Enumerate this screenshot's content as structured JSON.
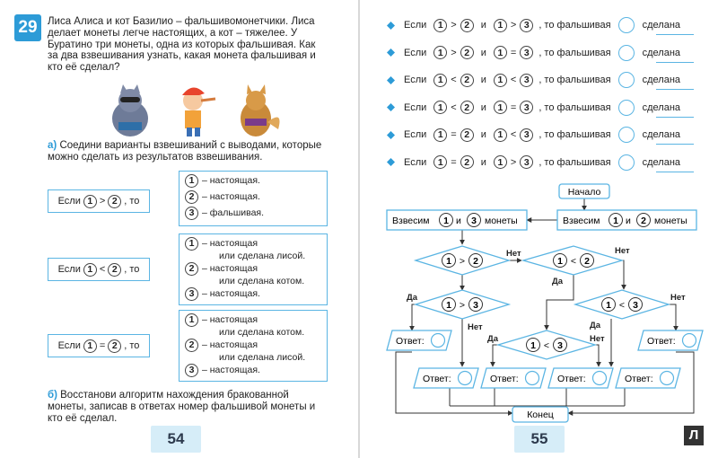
{
  "left_page": {
    "task_number": "29",
    "task_text": "Лиса Алиса и кот Базилио – фальшивомонетчики. Лиса делает монеты легче настоящих, а кот – тяжелее. У Буратино три монеты, одна из которых фальшивая. Как за два взвешивания узнать, какая монета фальшивая и кто её сделал?",
    "part_a_label": "а)",
    "part_a_text": "Соедини варианты взвешиваний с выводами, которые можно сделать из результатов взвешивания.",
    "conditions": [
      {
        "prefix": "Если",
        "a": "1",
        "op": ">",
        "b": "2",
        "suffix": ", то"
      },
      {
        "prefix": "Если",
        "a": "1",
        "op": "<",
        "b": "2",
        "suffix": ", то"
      },
      {
        "prefix": "Если",
        "a": "1",
        "op": "=",
        "b": "2",
        "suffix": ", то"
      }
    ],
    "results": [
      [
        {
          "num": "1",
          "text": "– настоящая."
        },
        {
          "num": "2",
          "text": "– настоящая."
        },
        {
          "num": "3",
          "text": "– фальшивая."
        }
      ],
      [
        {
          "num": "1",
          "text": "– настоящая",
          "cont": "или сделана лисой."
        },
        {
          "num": "2",
          "text": "– настоящая",
          "cont": "или сделана котом."
        },
        {
          "num": "3",
          "text": "– настоящая."
        }
      ],
      [
        {
          "num": "1",
          "text": "– настоящая",
          "cont": "или сделана котом."
        },
        {
          "num": "2",
          "text": "– настоящая",
          "cont": "или сделана лисой."
        },
        {
          "num": "3",
          "text": "– настоящая."
        }
      ]
    ],
    "part_b_label": "б)",
    "part_b_text": "Восстанови алгоритм нахождения бракованной монеты, записав в ответах номер фальшивой монеты и кто её сделал.",
    "page_number": "54"
  },
  "right_page": {
    "if_rows": [
      {
        "a": "1",
        "op1": ">",
        "b": "2",
        "c": "1",
        "op2": ">",
        "d": "3"
      },
      {
        "a": "1",
        "op1": ">",
        "b": "2",
        "c": "1",
        "op2": "=",
        "d": "3"
      },
      {
        "a": "1",
        "op1": "<",
        "b": "2",
        "c": "1",
        "op2": "<",
        "d": "3"
      },
      {
        "a": "1",
        "op1": "<",
        "b": "2",
        "c": "1",
        "op2": "=",
        "d": "3"
      },
      {
        "a": "1",
        "op1": "=",
        "b": "2",
        "c": "1",
        "op2": "<",
        "d": "3"
      },
      {
        "a": "1",
        "op1": "=",
        "b": "2",
        "c": "1",
        "op2": ">",
        "d": "3"
      }
    ],
    "if_word": "Если",
    "and_word": "и",
    "then_text": ", то фальшивая",
    "made_word": "сделана",
    "flow": {
      "start": "Начало",
      "weigh_12": {
        "pre": "Взвесим",
        "a": "1",
        "and": "и",
        "b": "2",
        "post": "монеты"
      },
      "weigh_13": {
        "pre": "Взвесим",
        "a": "1",
        "and": "и",
        "b": "3",
        "post": "монеты"
      },
      "d1": {
        "a": "1",
        "op": ">",
        "b": "2"
      },
      "d2": {
        "a": "1",
        "op": "<",
        "b": "2"
      },
      "d3": {
        "a": "1",
        "op": ">",
        "b": "3"
      },
      "d4": {
        "a": "1",
        "op": "<",
        "b": "3"
      },
      "d5": {
        "a": "1",
        "op": "<",
        "b": "3"
      },
      "yes": "Да",
      "no": "Нет",
      "answer": "Ответ:",
      "end": "Конец"
    },
    "page_number": "55",
    "logo_letter": "Л"
  },
  "colors": {
    "accent": "#2d9bd7",
    "border": "#5bb5e3",
    "page_tab": "#d6edf8"
  },
  "icons": [
    "cat-basilio-illustration",
    "buratino-illustration",
    "fox-alice-illustration",
    "diamond-bullet-icon",
    "labirint-logo-icon"
  ]
}
